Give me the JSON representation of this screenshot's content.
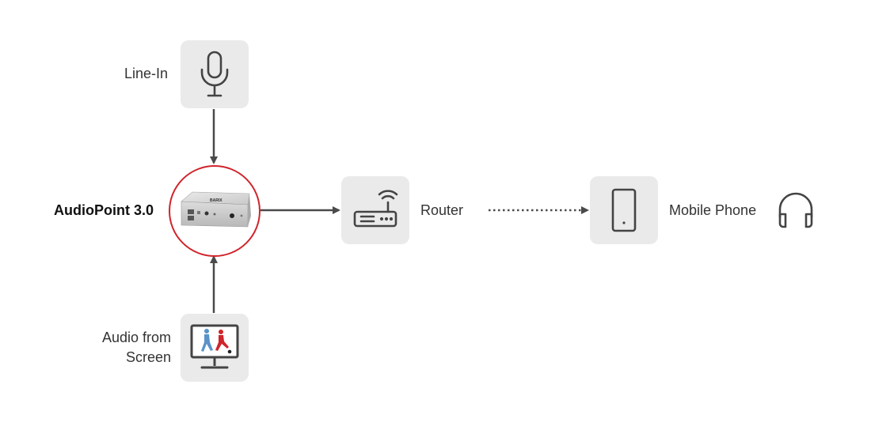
{
  "nodes": {
    "line_in": {
      "label": "Line-In",
      "icon": "microphone-icon"
    },
    "audiopoint": {
      "label": "AudioPoint 3.0",
      "icon": "audiopoint-device-image",
      "accent": "#d0242b",
      "brand": "BARIX"
    },
    "screen": {
      "label_line1": "Audio from",
      "label_line2": "Screen",
      "icon": "tv-screen-football-icon"
    },
    "router": {
      "label": "Router",
      "icon": "router-icon"
    },
    "mobile": {
      "label": "Mobile Phone",
      "icon": "mobile-phone-icon"
    },
    "listener": {
      "icon": "headphones-icon"
    }
  },
  "colors": {
    "tile_bg": "#eaeaea",
    "icon_stroke": "#444444",
    "arrow": "#4a4a4a",
    "accent_red": "#d0242b",
    "player_blue": "#5a93c8",
    "player_red": "#d0242b"
  }
}
